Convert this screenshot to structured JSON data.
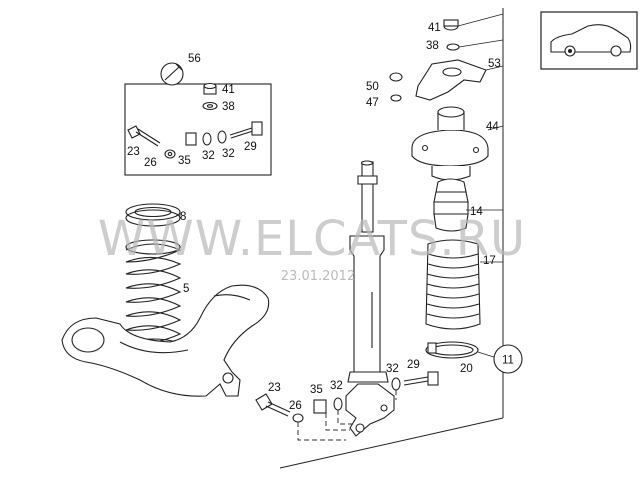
{
  "diagram": {
    "watermark": "WWW.ELCATS.RU",
    "watermark_date": "23.01.2012",
    "group_badge": "11",
    "callouts": {
      "c41_top": "41",
      "c38_top": "38",
      "c53": "53",
      "c50": "50",
      "c47": "47",
      "c44": "44",
      "c56": "56",
      "c41_box": "41",
      "c38_box": "38",
      "c23_box": "23",
      "c26_box": "26",
      "c35_box": "35",
      "c32a_box": "32",
      "c32b_box": "32",
      "c29_box": "29",
      "c8": "8",
      "c5": "5",
      "c14": "14",
      "c17": "17",
      "c20": "20",
      "c32_right": "32",
      "c29_right": "29",
      "c23_bottom": "23",
      "c26_bottom": "26",
      "c35_bottom": "35",
      "c32_bottom": "32"
    }
  }
}
